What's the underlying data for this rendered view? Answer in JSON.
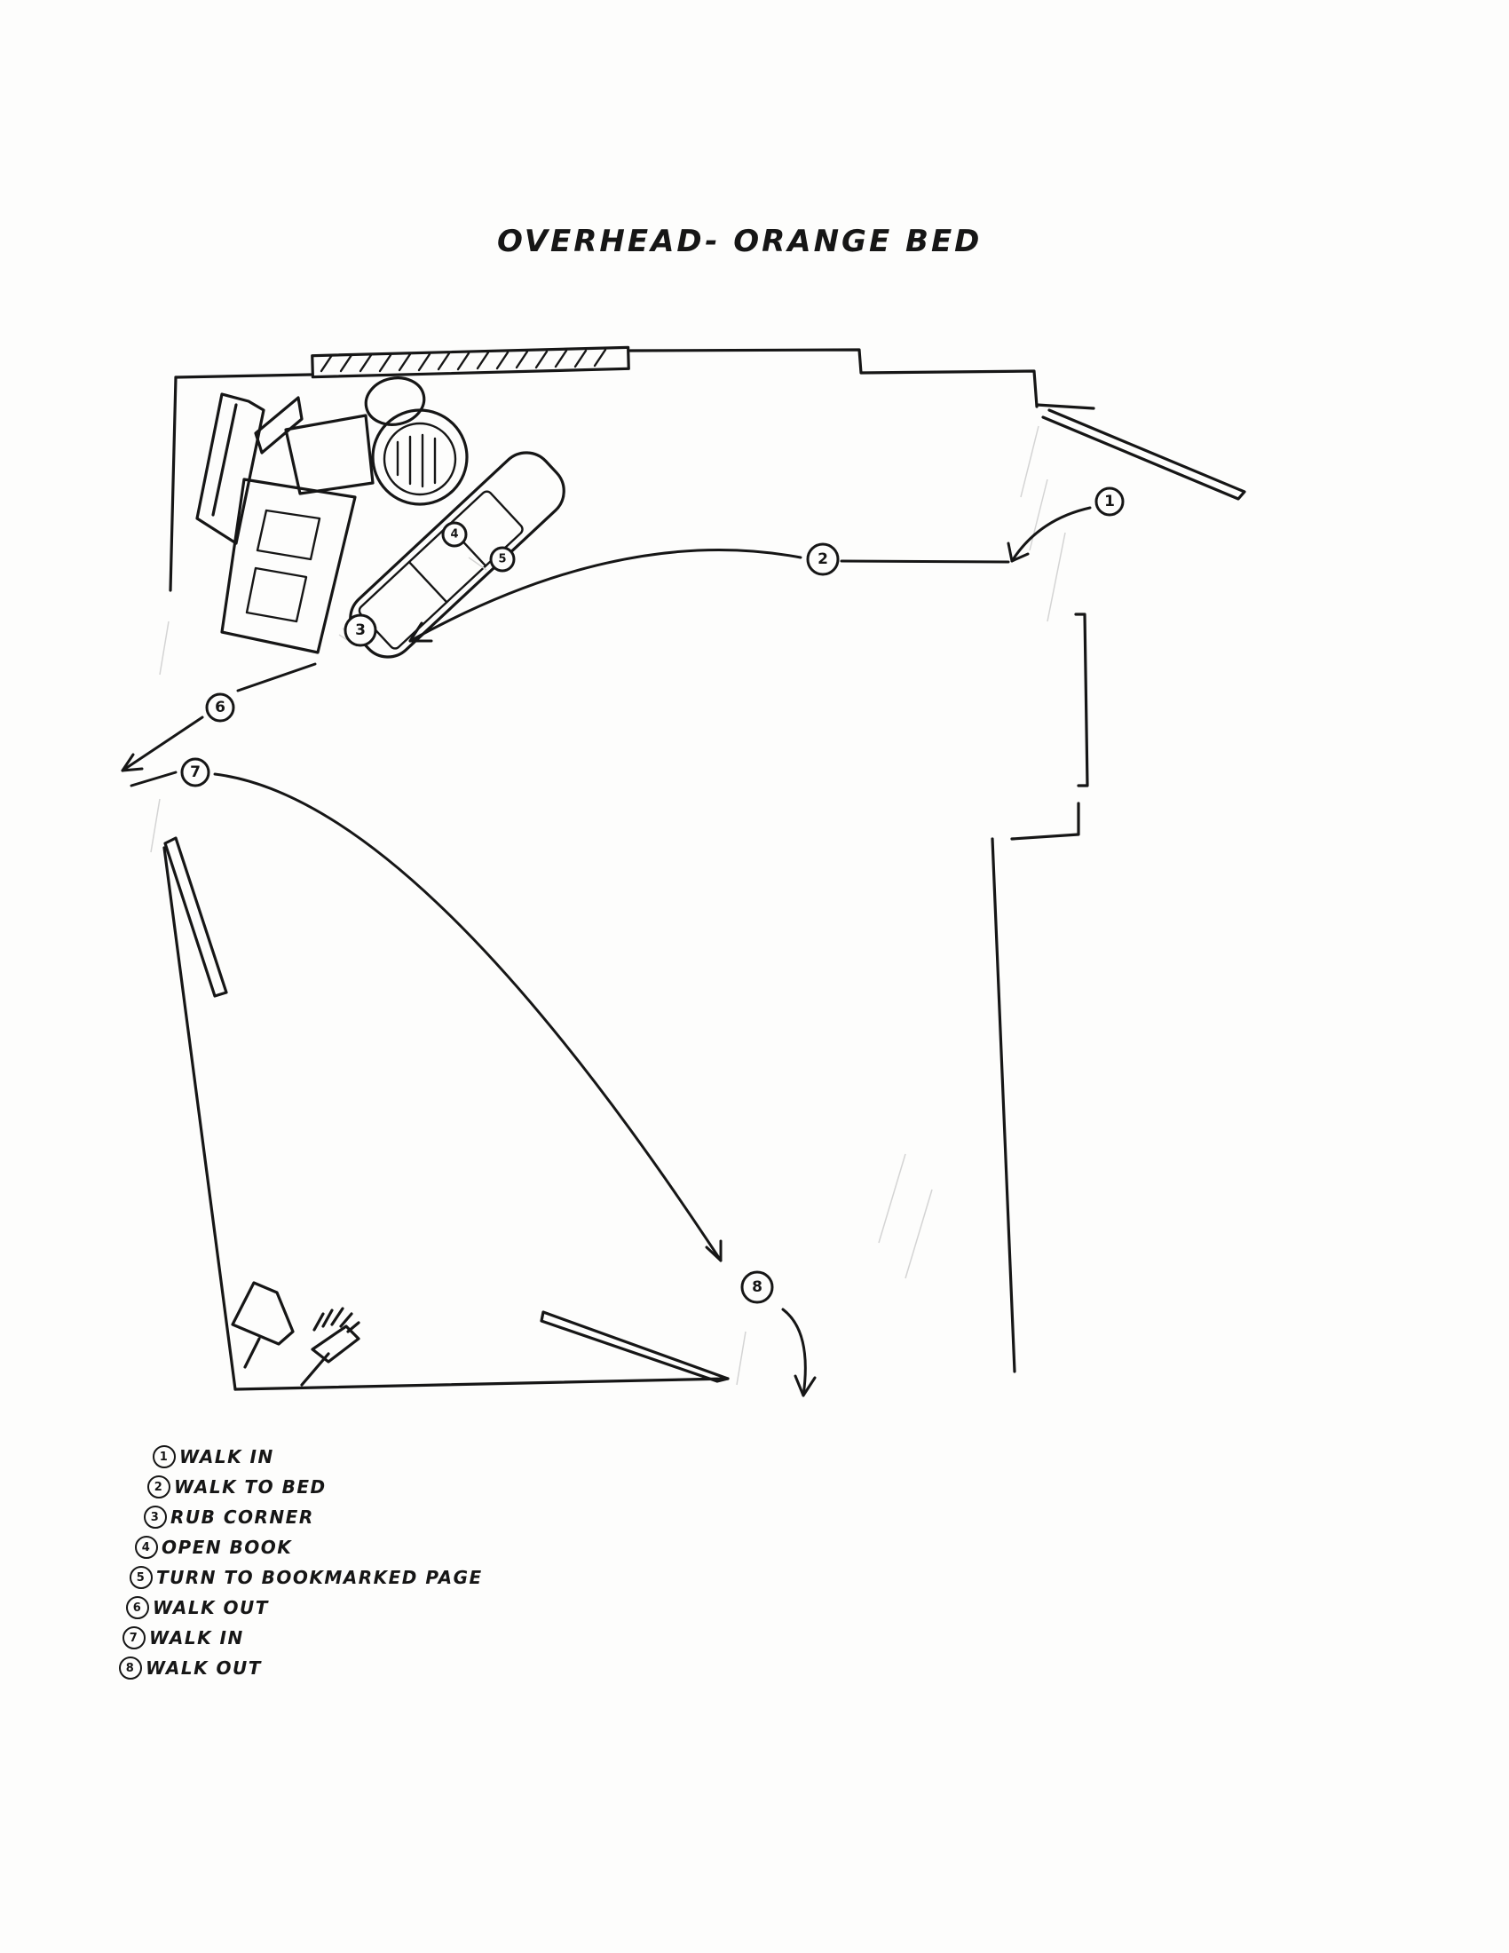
{
  "title": "OVERHEAD- ORANGE BED",
  "steps": [
    {
      "number": "1",
      "label": "WALK IN"
    },
    {
      "number": "2",
      "label": "WALK TO BED"
    },
    {
      "number": "3",
      "label": "RUB CORNER"
    },
    {
      "number": "4",
      "label": "OPEN BOOK"
    },
    {
      "number": "5",
      "label": "TURN TO BOOKMARKED PAGE"
    },
    {
      "number": "6",
      "label": "WALK OUT"
    },
    {
      "number": "7",
      "label": "WALK IN"
    },
    {
      "number": "8",
      "label": "WALK OUT"
    }
  ],
  "path_markers": [
    "1",
    "2",
    "3",
    "4",
    "5",
    "6",
    "7",
    "8"
  ]
}
